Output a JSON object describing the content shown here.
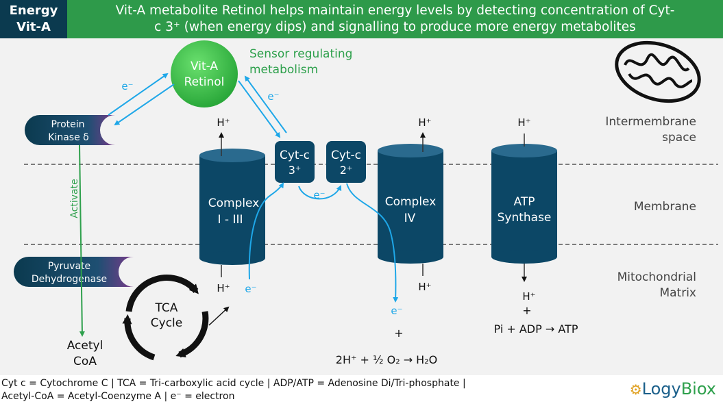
{
  "header": {
    "tag": [
      "Energy",
      "Vit-A"
    ],
    "title": [
      "Vit-A metabolite Retinol helps maintain energy levels by detecting concentration of Cyt-",
      "c 3⁺ (when energy dips) and signalling to produce more energy metabolites"
    ]
  },
  "diagram": {
    "retinol": [
      "Vit-A",
      "Retinol"
    ],
    "sensor_label": [
      "Sensor regulating",
      "metabolism"
    ],
    "protein_kinase": [
      "Protein",
      "Kinase δ"
    ],
    "pyruvate": [
      "Pyruvate",
      "Dehydrogenase"
    ],
    "activate": "Activate",
    "complex13": [
      "Complex",
      "I - III"
    ],
    "complex4": [
      "Complex",
      "IV"
    ],
    "atp_synthase": [
      "ATP",
      "Synthase"
    ],
    "cytc3": [
      "Cyt-c",
      "3⁺"
    ],
    "cytc2": [
      "Cyt-c",
      "2⁺"
    ],
    "tca": [
      "TCA",
      "Cycle"
    ],
    "acetyl": [
      "Acetyl",
      "CoA"
    ],
    "h_plus": "H⁺",
    "e_minus": "e⁻",
    "plus": "+",
    "water_eq": "2H⁺ + ½ O₂ → H₂O",
    "atp_eq": "Pi + ADP → ATP",
    "regions": {
      "intermembrane": [
        "Intermembrane",
        "space"
      ],
      "membrane": "Membrane",
      "matrix": [
        "Mitochondrial",
        "Matrix"
      ]
    }
  },
  "footer": {
    "legend": [
      "Cyt c = Cytochrome C | TCA = Tri-carboxylic acid cycle | ADP/ATP = Adenosine Di/Tri-phosphate |",
      "Acetyl-CoA = Acetyl-Coenzyme A | e⁻ = electron"
    ],
    "brand_a": "Logy",
    "brand_b": "Biox"
  },
  "colors": {
    "dark_teal": "#0b3a4f",
    "green": "#2e9a4a",
    "blue_arrow": "#1ea7e8",
    "sphere": "#3cc84a"
  }
}
